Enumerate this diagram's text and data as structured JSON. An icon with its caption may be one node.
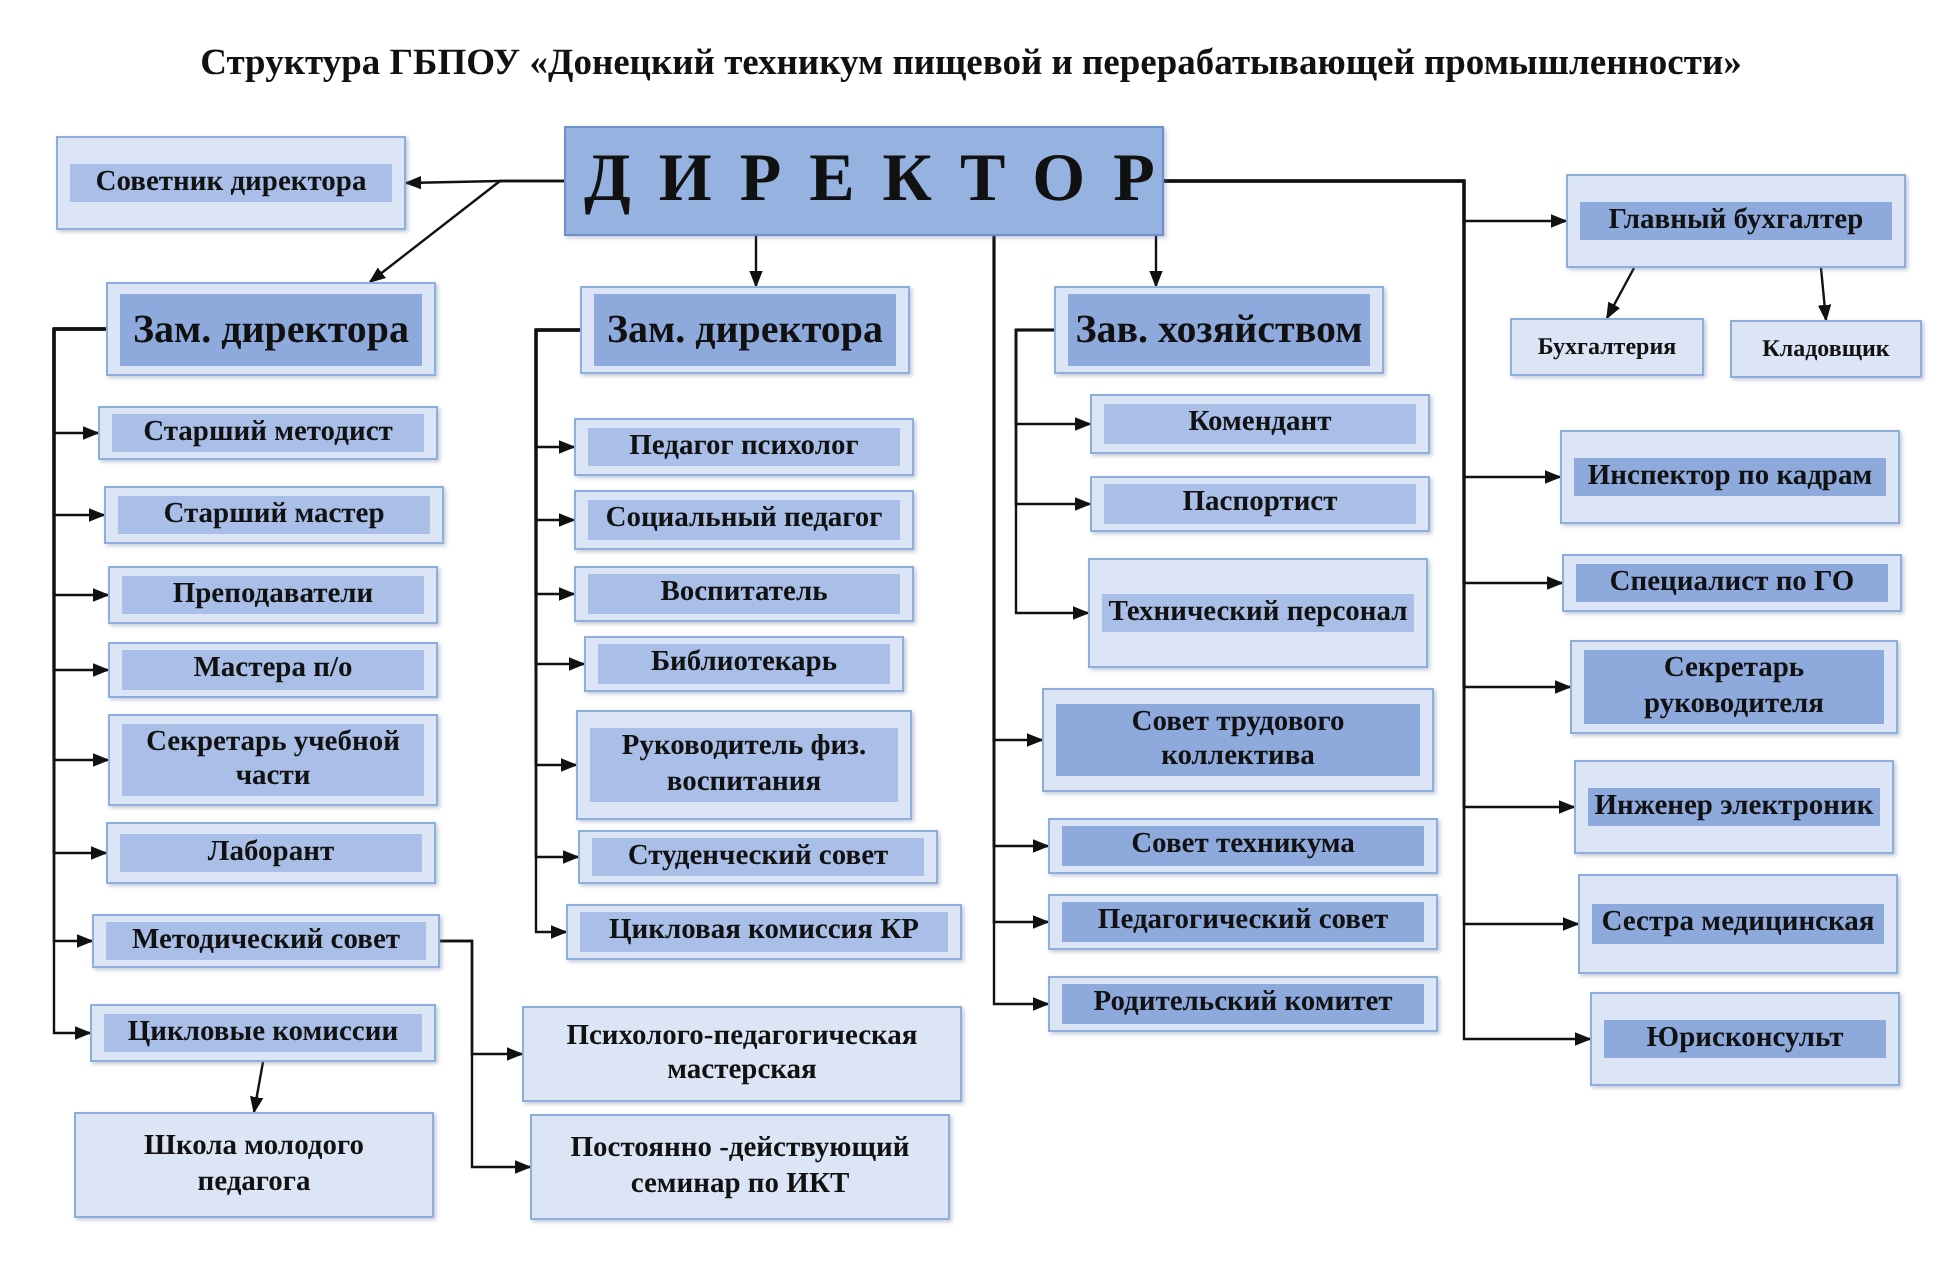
{
  "diagram": {
    "title": "Структура ГБПОУ «Донецкий техникум пищевой и перерабатывающей промышленности»",
    "nodes": [
      {
        "text": [
          "ДИРЕКТОР"
        ]
      },
      {
        "text": [
          "Советник директора"
        ]
      },
      {
        "text": [
          "Зам. директора"
        ]
      },
      {
        "text": [
          "Старший методист"
        ]
      },
      {
        "text": [
          "Старший мастер"
        ]
      },
      {
        "text": [
          "Преподаватели"
        ]
      },
      {
        "text": [
          "Мастера п/о"
        ]
      },
      {
        "text": [
          "Секретарь учебной части"
        ]
      },
      {
        "text": [
          "Лаборант"
        ]
      },
      {
        "text": [
          "Методический совет"
        ]
      },
      {
        "text": [
          "Цикловые комиссии"
        ]
      },
      {
        "text": [
          "Школа молодого педагога"
        ]
      },
      {
        "text": [
          "Психолого-педагогическая мастерская"
        ]
      },
      {
        "text": [
          "Постоянно -действующий семинар по ИКТ"
        ]
      },
      {
        "text": [
          "Зам. директора"
        ]
      },
      {
        "text": [
          "Педагог психолог"
        ]
      },
      {
        "text": [
          "Социальный педагог"
        ]
      },
      {
        "text": [
          "Воспитатель"
        ]
      },
      {
        "text": [
          "Библиотекарь"
        ]
      },
      {
        "text": [
          "Руководитель физ. воспитания"
        ]
      },
      {
        "text": [
          "Студенческий совет"
        ]
      },
      {
        "text": [
          "Цикловая комиссия КР"
        ]
      },
      {
        "text": [
          "Зав. хозяйством"
        ]
      },
      {
        "text": [
          "Комендант"
        ]
      },
      {
        "text": [
          "Паспортист"
        ]
      },
      {
        "text": [
          "Технический персонал"
        ]
      },
      {
        "text": [
          "Совет трудового коллектива"
        ]
      },
      {
        "text": [
          "Совет техникума"
        ]
      },
      {
        "text": [
          "Педагогический совет"
        ]
      },
      {
        "text": [
          "Родительский комитет"
        ]
      },
      {
        "text": [
          "Главный бухгалтер"
        ]
      },
      {
        "text": [
          "Бухгалтерия"
        ]
      },
      {
        "text": [
          "Кладовщик"
        ]
      },
      {
        "text": [
          "Инспектор по кадрам"
        ]
      },
      {
        "text": [
          "Специалист по ГО"
        ]
      },
      {
        "text": [
          "Секретарь руководителя"
        ]
      },
      {
        "text": [
          "Инженер электроник"
        ]
      },
      {
        "text": [
          "Сестра медицинская"
        ]
      },
      {
        "text": [
          "Юрисконсульт"
        ]
      }
    ],
    "edges": [
      {
        "from": 0,
        "to": 1,
        "arrow": "to"
      },
      {
        "from": 0,
        "to": 2,
        "arrow": "to"
      },
      {
        "from": 0,
        "to": 14,
        "arrow": "to"
      },
      {
        "from": 0,
        "to": 22,
        "arrow": "to"
      },
      {
        "from": 0,
        "to": 26,
        "arrow": "to"
      },
      {
        "from": 0,
        "to": 27,
        "arrow": "to"
      },
      {
        "from": 0,
        "to": 28,
        "arrow": "to"
      },
      {
        "from": 0,
        "to": 29,
        "arrow": "to"
      },
      {
        "from": 0,
        "to": 30,
        "arrow": "to"
      },
      {
        "from": 0,
        "to": 33,
        "arrow": "to"
      },
      {
        "from": 0,
        "to": 34,
        "arrow": "to"
      },
      {
        "from": 0,
        "to": 35,
        "arrow": "to"
      },
      {
        "from": 0,
        "to": 36,
        "arrow": "to"
      },
      {
        "from": 0,
        "to": 37,
        "arrow": "to"
      },
      {
        "from": 0,
        "to": 38,
        "arrow": "to"
      },
      {
        "from": 30,
        "to": 31,
        "arrow": "to"
      },
      {
        "from": 30,
        "to": 32,
        "arrow": "to"
      },
      {
        "from": 2,
        "to": 3,
        "arrow": "to"
      },
      {
        "from": 2,
        "to": 4,
        "arrow": "to"
      },
      {
        "from": 2,
        "to": 5,
        "arrow": "to"
      },
      {
        "from": 2,
        "to": 6,
        "arrow": "to"
      },
      {
        "from": 2,
        "to": 7,
        "arrow": "to"
      },
      {
        "from": 2,
        "to": 8,
        "arrow": "to"
      },
      {
        "from": 2,
        "to": 9,
        "arrow": "to"
      },
      {
        "from": 2,
        "to": 10,
        "arrow": "to"
      },
      {
        "from": 10,
        "to": 11,
        "arrow": "to"
      },
      {
        "from": 9,
        "to": 12,
        "arrow": "to"
      },
      {
        "from": 9,
        "to": 13,
        "arrow": "to"
      },
      {
        "from": 14,
        "to": 15,
        "arrow": "to"
      },
      {
        "from": 14,
        "to": 16,
        "arrow": "to"
      },
      {
        "from": 14,
        "to": 17,
        "arrow": "to"
      },
      {
        "from": 14,
        "to": 18,
        "arrow": "to"
      },
      {
        "from": 14,
        "to": 19,
        "arrow": "to"
      },
      {
        "from": 14,
        "to": 20,
        "arrow": "to"
      },
      {
        "from": 14,
        "to": 21,
        "arrow": "to"
      },
      {
        "from": 22,
        "to": 23,
        "arrow": "to"
      },
      {
        "from": 22,
        "to": 24,
        "arrow": "to"
      },
      {
        "from": 22,
        "to": 25,
        "arrow": "to"
      }
    ]
  }
}
